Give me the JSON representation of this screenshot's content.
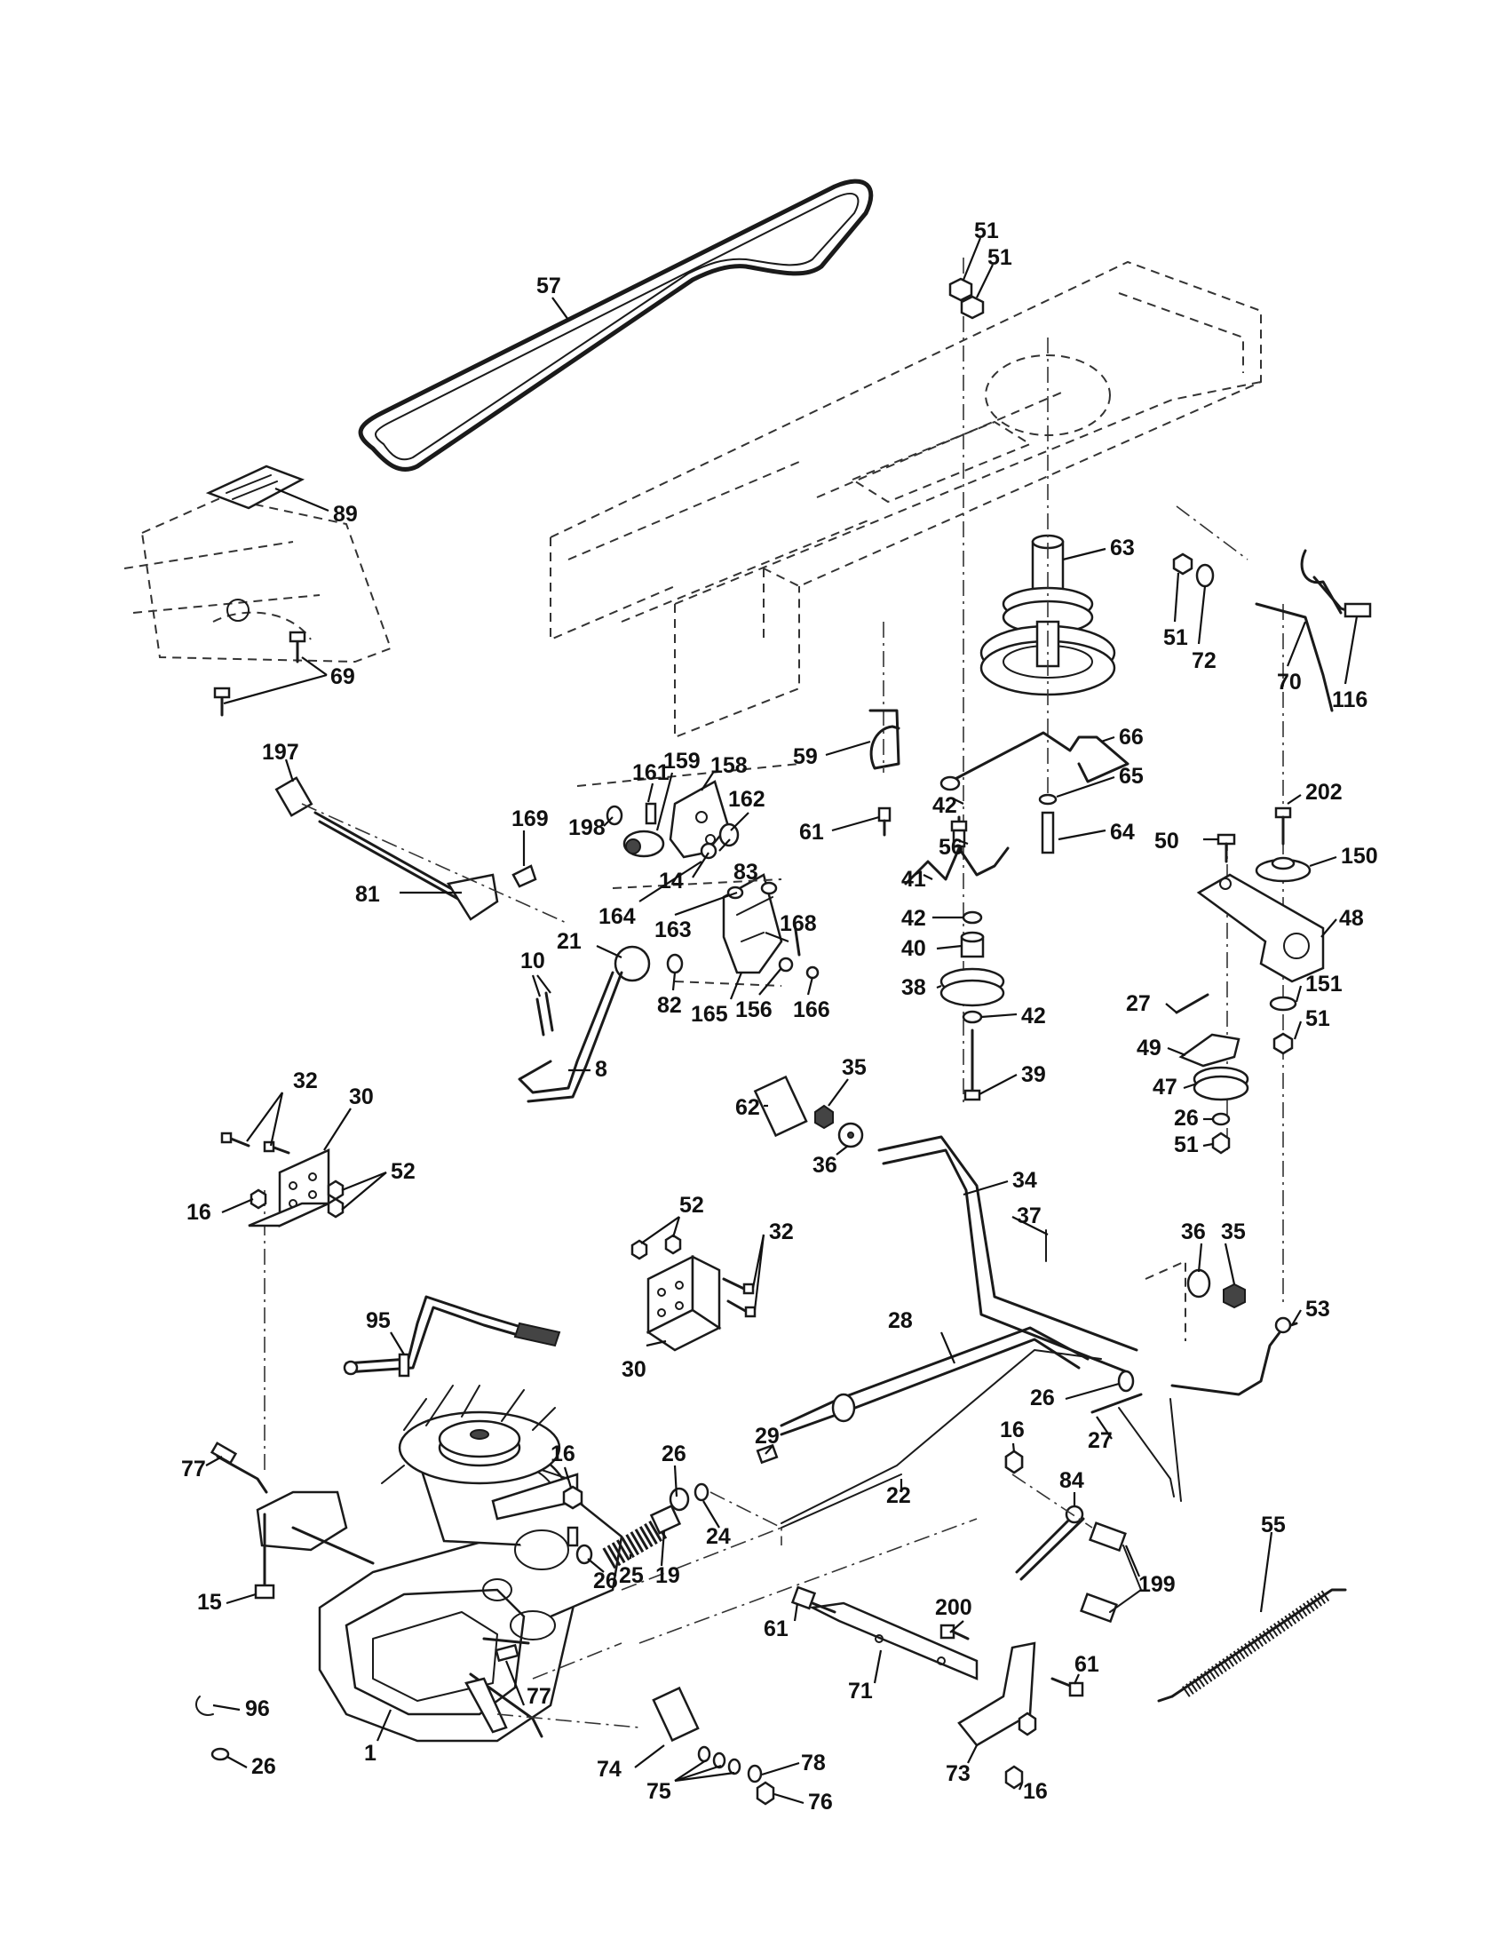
{
  "diagram": {
    "type": "exploded-parts-diagram",
    "labels": [
      "57",
      "51",
      "51",
      "89",
      "69",
      "63",
      "51",
      "72",
      "70",
      "116",
      "59",
      "66",
      "61",
      "42",
      "65",
      "64",
      "56",
      "41",
      "42",
      "40",
      "38",
      "42",
      "39",
      "197",
      "169",
      "161",
      "159",
      "158",
      "162",
      "198",
      "14",
      "83",
      "164",
      "163",
      "168",
      "81",
      "21",
      "82",
      "165",
      "156",
      "166",
      "10",
      "8",
      "202",
      "150",
      "50",
      "48",
      "27",
      "151",
      "51",
      "49",
      "47",
      "26",
      "51",
      "62",
      "35",
      "36",
      "34",
      "37",
      "32",
      "30",
      "52",
      "16",
      "52",
      "32",
      "36",
      "35",
      "30",
      "95",
      "28",
      "53",
      "26",
      "27",
      "77",
      "16",
      "26",
      "24",
      "29",
      "22",
      "84",
      "16",
      "199",
      "19",
      "25",
      "26",
      "15",
      "55",
      "200",
      "61",
      "61",
      "71",
      "77",
      "96",
      "1",
      "26",
      "78",
      "74",
      "75",
      "76",
      "73",
      "16"
    ]
  }
}
